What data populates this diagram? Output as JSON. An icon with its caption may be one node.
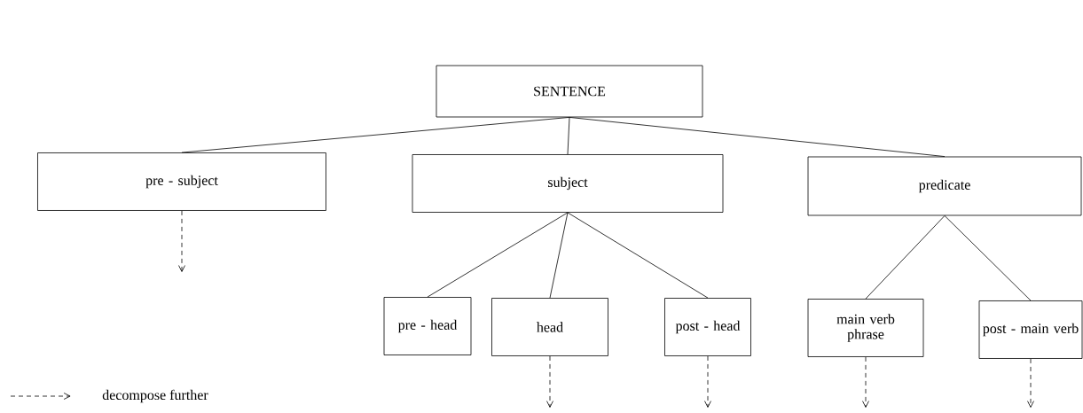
{
  "diagram": {
    "nodes": [
      {
        "text": [
          "SENTENCE"
        ]
      },
      {
        "text": [
          "pre - subject"
        ]
      },
      {
        "text": [
          "subject"
        ]
      },
      {
        "text": [
          "predicate"
        ]
      },
      {
        "text": [
          "pre - head"
        ]
      },
      {
        "text": [
          "head"
        ]
      },
      {
        "text": [
          "post - head"
        ]
      },
      {
        "text": [
          "main verb phrase"
        ]
      },
      {
        "text": [
          "post - main verb"
        ]
      }
    ],
    "edges": [
      {
        "from": 0,
        "to": 1,
        "arrow": "none"
      },
      {
        "from": 0,
        "to": 2,
        "arrow": "none"
      },
      {
        "from": 0,
        "to": 3,
        "arrow": "none"
      },
      {
        "from": 2,
        "to": 4,
        "arrow": "none"
      },
      {
        "from": 2,
        "to": 5,
        "arrow": "none"
      },
      {
        "from": 2,
        "to": 6,
        "arrow": "none"
      },
      {
        "from": 3,
        "to": 7,
        "arrow": "none"
      },
      {
        "from": 3,
        "to": 8,
        "arrow": "none"
      },
      {
        "from": 1,
        "to": null,
        "arrow": "to",
        "style": "dashed"
      },
      {
        "from": 5,
        "to": null,
        "arrow": "to",
        "style": "dashed"
      },
      {
        "from": 6,
        "to": null,
        "arrow": "to",
        "style": "dashed"
      },
      {
        "from": 7,
        "to": null,
        "arrow": "to",
        "style": "dashed"
      },
      {
        "from": 8,
        "to": null,
        "arrow": "to",
        "style": "dashed"
      }
    ],
    "legend": [
      {
        "text": "decompose further"
      }
    ]
  }
}
